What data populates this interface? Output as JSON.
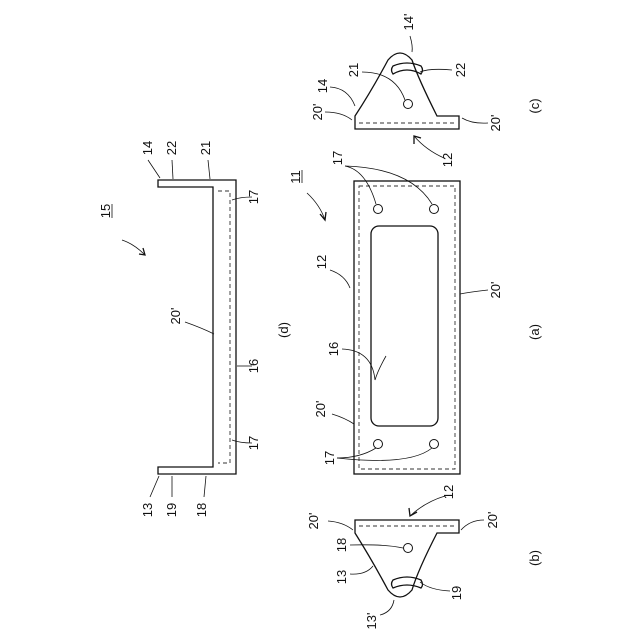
{
  "labels": {
    "fig_a": "(a)",
    "fig_b": "(b)",
    "fig_c": "(c)",
    "fig_d": "(d)",
    "ref_11": "11",
    "ref_12_a": "12",
    "ref_12_b": "12",
    "ref_12_c": "12",
    "ref_13_b": "13",
    "ref_13p_b": "13'",
    "ref_13_d": "13",
    "ref_14_c": "14",
    "ref_14p_c": "14'",
    "ref_14_d": "14",
    "ref_15": "15",
    "ref_16_a": "16",
    "ref_16_d": "16",
    "ref_17_a_top": "17",
    "ref_17_a_bottom": "17",
    "ref_17_d_top": "17",
    "ref_17_d_bottom": "17",
    "ref_18_b": "18",
    "ref_18_d": "18",
    "ref_19_b": "19",
    "ref_19_d": "19",
    "ref_20p_a_left": "20'",
    "ref_20p_a_right": "20'",
    "ref_20p_b_left": "20'",
    "ref_20p_b_right": "20'",
    "ref_20p_c_left": "20'",
    "ref_20p_c_right": "20'",
    "ref_20p_d": "20'",
    "ref_21_c": "21",
    "ref_21_d": "21",
    "ref_22_c": "22",
    "ref_22_d": "22"
  }
}
